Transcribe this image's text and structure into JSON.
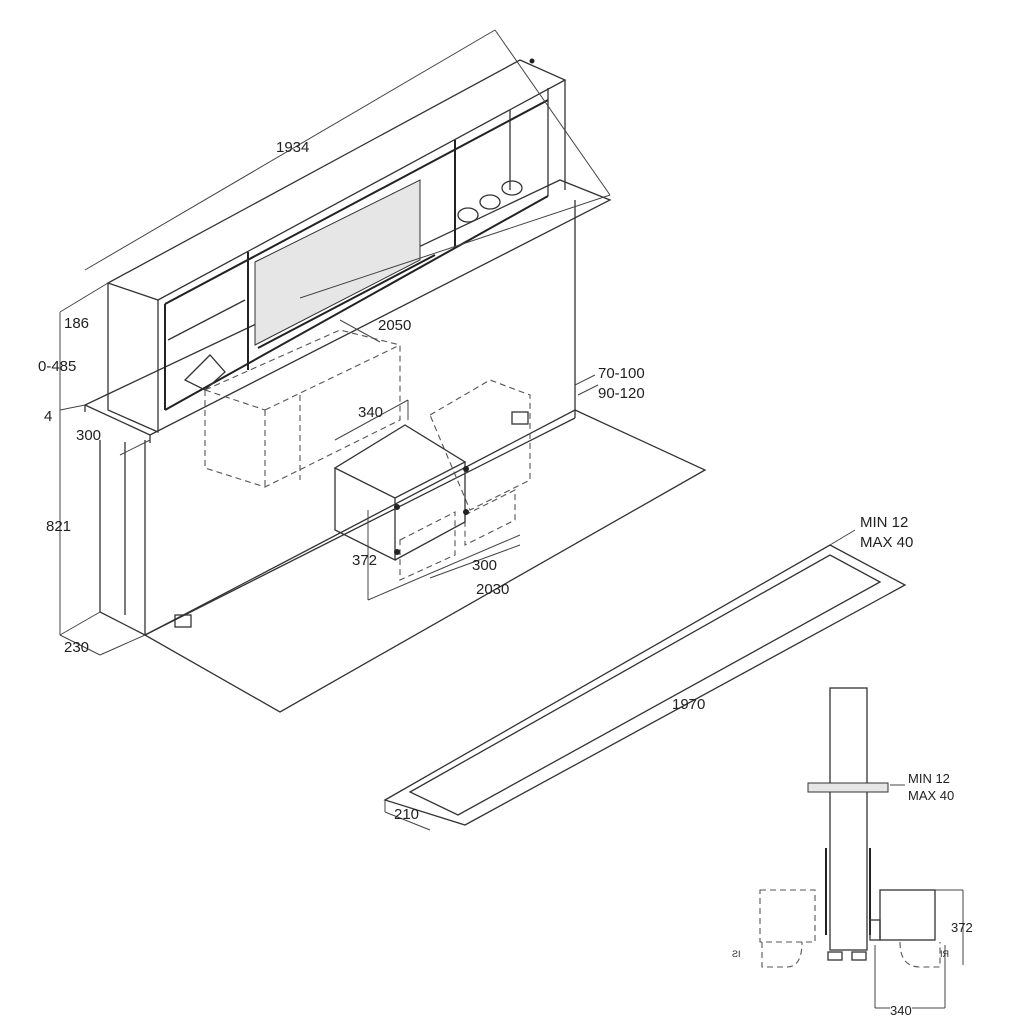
{
  "drawing": {
    "main_view": {
      "dimensions": {
        "width_top": "1934",
        "top_height": "186",
        "lift_range": "0-485",
        "plate": "4",
        "depth": "300",
        "body_height": "821",
        "body_depth": "230",
        "counter_length": "2050",
        "motor_depth": "340",
        "offset_a": "70-100",
        "offset_b": "90-120",
        "motor_height": "372",
        "motor_width": "300",
        "base_length": "2030"
      }
    },
    "cutout_view": {
      "thickness_min": "MIN 12",
      "thickness_max": "MAX 40",
      "length": "1970",
      "width": "210"
    },
    "side_view": {
      "thickness_min": "MIN 12",
      "thickness_max": "MAX 40",
      "motor_height": "372",
      "motor_depth": "340",
      "arrow_left": "IS",
      "arrow_right": "RI"
    }
  }
}
